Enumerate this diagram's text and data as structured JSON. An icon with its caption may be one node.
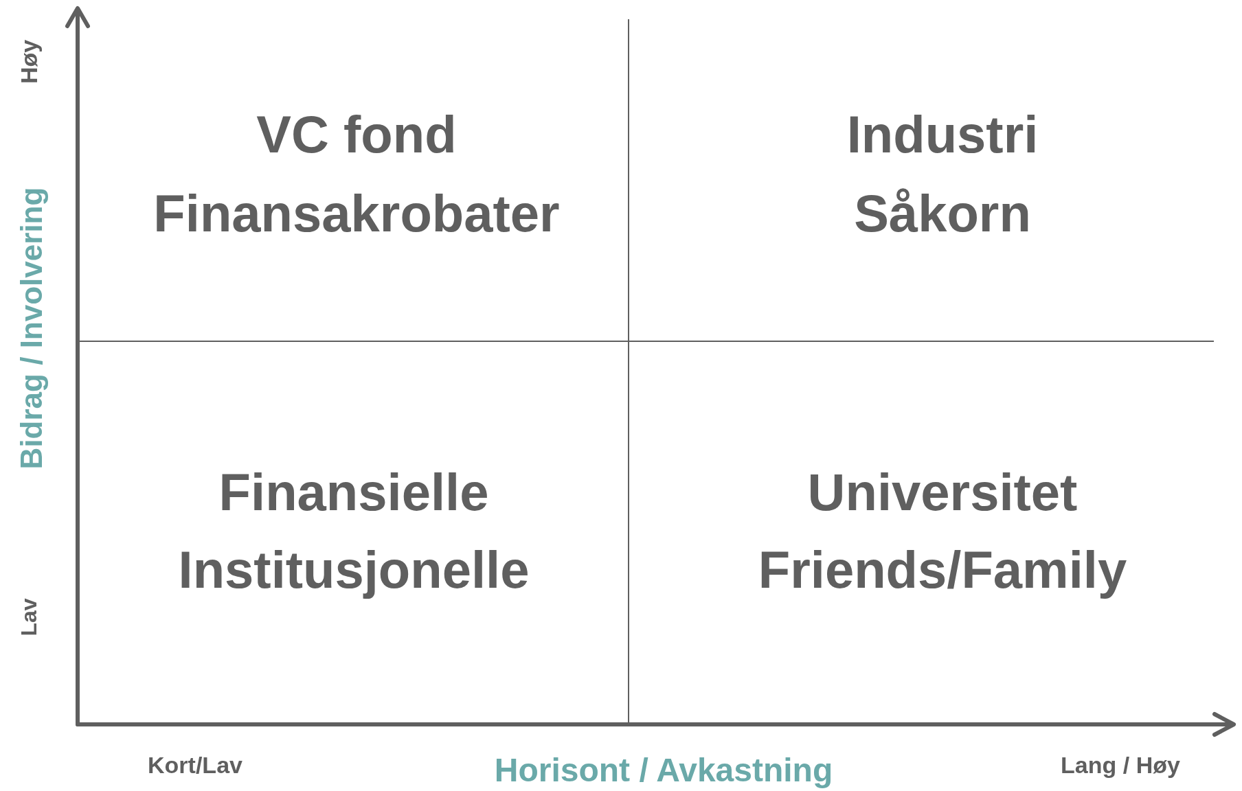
{
  "diagram": {
    "labels": [
      "Høy",
      "Bidrag / Involvering",
      "Lav",
      "VC fond",
      "Finansakrobater",
      "Industri",
      "Såkorn",
      "Finansielle",
      "Institusjonelle",
      "Universitet",
      "Friends/Family",
      "Kort/Lav",
      "Horisont / Avkastning",
      "Lang / Høy"
    ]
  }
}
